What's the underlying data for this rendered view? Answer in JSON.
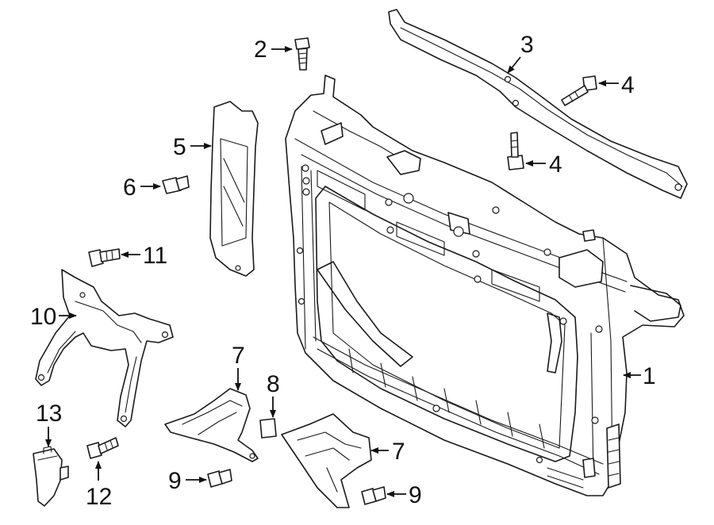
{
  "diagram": {
    "callouts": [
      {
        "id": "c1",
        "label": "1"
      },
      {
        "id": "c2",
        "label": "2"
      },
      {
        "id": "c3",
        "label": "3"
      },
      {
        "id": "c4a",
        "label": "4"
      },
      {
        "id": "c4b",
        "label": "4"
      },
      {
        "id": "c5",
        "label": "5"
      },
      {
        "id": "c6",
        "label": "6"
      },
      {
        "id": "c7a",
        "label": "7"
      },
      {
        "id": "c7b",
        "label": "7"
      },
      {
        "id": "c8",
        "label": "8"
      },
      {
        "id": "c9a",
        "label": "9"
      },
      {
        "id": "c9b",
        "label": "9"
      },
      {
        "id": "c10",
        "label": "10"
      },
      {
        "id": "c11",
        "label": "11"
      },
      {
        "id": "c12",
        "label": "12"
      },
      {
        "id": "c13",
        "label": "13"
      }
    ]
  }
}
